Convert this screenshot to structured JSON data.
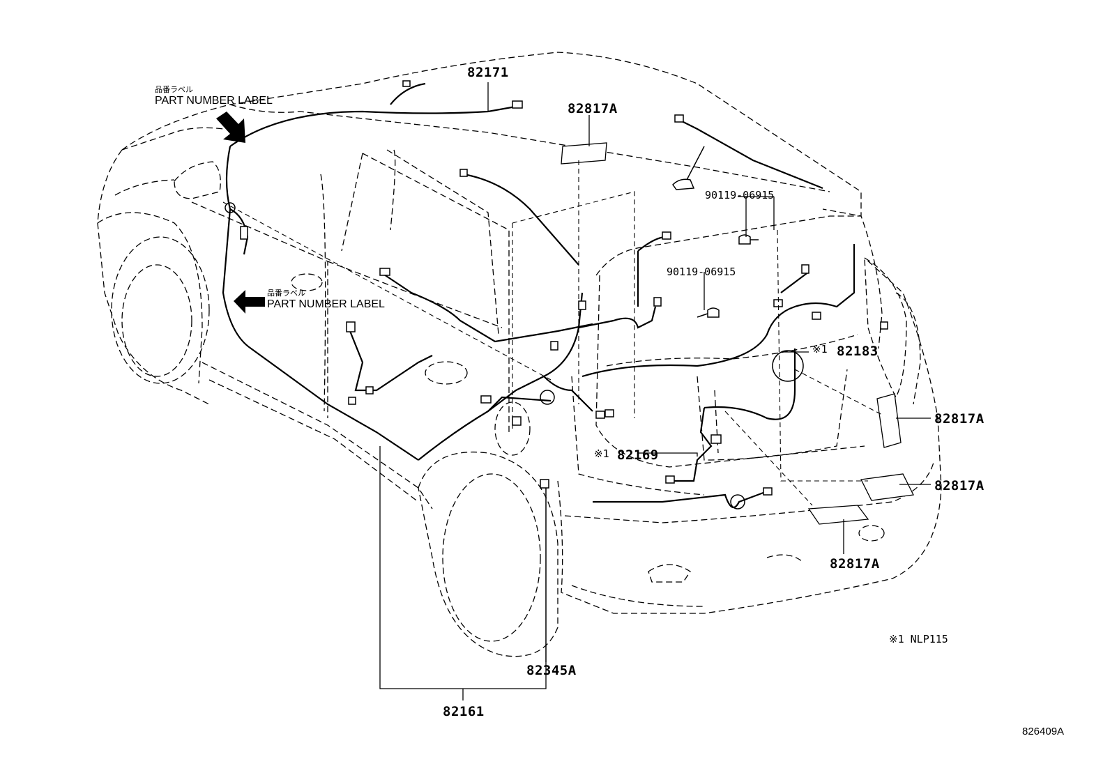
{
  "labels": {
    "p82171": "82171",
    "p82817a_top": "82817A",
    "p90119_a": "90119-06915",
    "p90119_b": "90119-06915",
    "p82183": "82183",
    "p82183_mark": "※1",
    "p82817a_r1": "82817A",
    "p82169": "82169",
    "p82169_mark": "※1",
    "p82817a_r2": "82817A",
    "p82817a_r3": "82817A",
    "p82345a": "82345A",
    "p82161": "82161"
  },
  "notes": {
    "label_top_jp": "品番ラベル",
    "label_top_en": "PART NUMBER LABEL",
    "label_mid_jp": "品番ラベル",
    "label_mid_en": "PART NUMBER LABEL",
    "footnote": "※1 NLP115"
  },
  "figure_id": "826409A"
}
